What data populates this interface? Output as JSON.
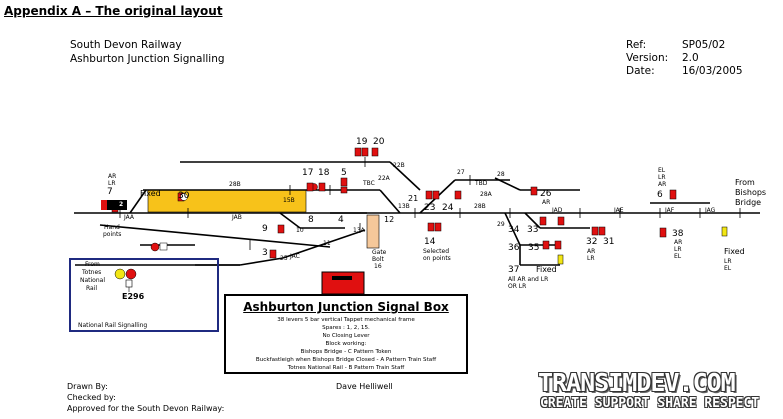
{
  "header": {
    "appendix": "Appendix A – The original layout",
    "company": "South Devon Railway",
    "subject": "Ashburton Junction Signalling",
    "ref_label": "Ref:",
    "ref_value": "SP05/02",
    "version_label": "Version:",
    "version_value": "2.0",
    "date_label": "Date:",
    "date_value": "16/03/2005"
  },
  "lever_numbers": {
    "l19": "19",
    "l20": "20",
    "l17": "17",
    "l18": "18",
    "l5": "5",
    "l30": "30",
    "l7": "7",
    "l9": "9",
    "l8": "8",
    "l4": "4",
    "l12": "12",
    "l3": "3",
    "l21": "21",
    "l23": "23",
    "l24": "24",
    "l14": "14",
    "l26": "26",
    "l34": "34",
    "l33": "33",
    "l36": "36",
    "l35": "35",
    "l32": "32",
    "l31": "31",
    "l37": "37",
    "l6": "6",
    "l38": "38"
  },
  "track_labels": {
    "t22b": "22B",
    "t22a": "22A",
    "t28b": "28B",
    "t15b": "15B",
    "t13b": "13B",
    "t27": "27",
    "t28": "28",
    "t28b2": "28B",
    "t28a": "28A",
    "t29": "29",
    "t10": "10",
    "t11": "11",
    "t13a": "13A",
    "t25": "25",
    "tjaa": "JAA",
    "tjab": "JAB",
    "tjac": "JAC",
    "tjad": "JAD",
    "tjae": "JAE",
    "tjaf": "JAF",
    "tjag": "JAG",
    "ttbc": "TBC",
    "ttbd": "TBD"
  },
  "notes": {
    "fixed1": "Fixed",
    "fixed2": "Fixed",
    "fixed3": "Fixed",
    "hand_points_1": "Hand",
    "hand_points_2": "points",
    "selected_1": "Selected",
    "selected_2": "on points",
    "gate_1": "Gate",
    "gate_2": "Bolt",
    "gate_3": "16",
    "from_bishops_1": "From",
    "from_bishops_2": "Bishops",
    "from_bishops_3": "Bridge",
    "from_totnes_1": "From",
    "from_totnes_2": "Totnes",
    "from_totnes_3": "National",
    "from_totnes_4": "Rail",
    "signal_e296": "E296",
    "national_rail_signalling": "National Rail Signalling",
    "ar_lr_1": "AR",
    "ar_lr_2": "LR",
    "ar_26": "AR",
    "el_1": "EL",
    "el_2": "LR",
    "el_3": "AR",
    "ar_lr_el_1": "AR",
    "ar_lr_el_2": "LR",
    "ar_lr_el_3": "EL",
    "ar_lr_32_1": "AR",
    "ar_lr_32_2": "LR",
    "all_ar_1": "All AR and LR",
    "all_ar_2": "OR LR",
    "lr_el_1": "LR",
    "lr_el_2": "EL",
    "black_box": "2"
  },
  "signal_box": {
    "title": "Ashburton Junction Signal Box",
    "line1": "38 levers 5 bar vertical Tappet mechanical frame",
    "line2": "Spares : 1, 2, 15.",
    "line3": "No Closing Lever",
    "line4": "Block working:",
    "line5": "Bishops Bridge - C Pattern Token",
    "line6": "Buckfastleigh when Bishops Bridge Closed - A Pattern Train Staff",
    "line7": "Totnes National Rail - B Pattern Train Staff"
  },
  "footer": {
    "drawn_by": "Drawn By:",
    "drawn_by_name": "Dave Helliwell",
    "checked_by": "Checked by:",
    "approved": "Approved for the South Devon Railway:"
  },
  "watermark": {
    "brand": "TRANSIMDEV.COM",
    "tagline": "CREATE SUPPORT SHARE RESPECT"
  },
  "colors": {
    "track_circuit": "#f7c21a",
    "gate_area": "#f5c89a",
    "signal_red": "#e01010",
    "signal_yellow": "#f2e614",
    "nr_box_border": "#1f2a80"
  }
}
